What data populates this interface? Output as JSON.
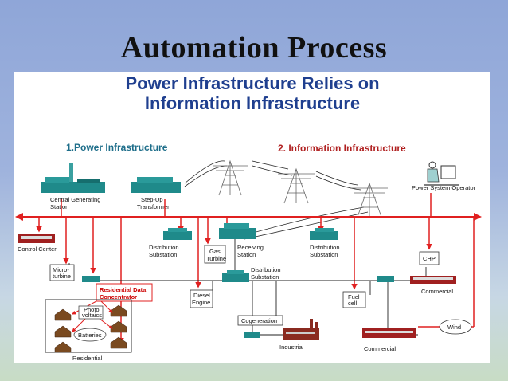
{
  "slide": {
    "title": "Automation Process"
  },
  "diagram": {
    "heading_line1": "Power Infrastructure Relies on",
    "heading_line2": "Information Infrastructure",
    "section_power": "1.Power Infrastructure",
    "section_info": "2. Information Infrastructure",
    "labels": {
      "central_generating_1": "Central Generating",
      "central_generating_2": "Station",
      "step_up_1": "Step-Up",
      "step_up_2": "Transformer",
      "power_system_operator": "Power System Operator",
      "control_center": "Control Center",
      "distribution_substation_left_1": "Distribution",
      "distribution_substation_left_2": "Substation",
      "gas_turbine_1": "Gas",
      "gas_turbine_2": "Turbine",
      "receiving_station_1": "Receiving",
      "receiving_station_2": "Station",
      "distribution_substation_right_1": "Distribution",
      "distribution_substation_right_2": "Substation",
      "microturbine_1": "Micro-",
      "microturbine_2": "turbine",
      "distribution_substation_center_1": "Distribution",
      "distribution_substation_center_2": "Substation",
      "chp": "CHP",
      "residential_concentrator_1": "Residential Data",
      "residential_concentrator_2": "Concentrator",
      "photovoltaics_1": "Photo",
      "photovoltaics_2": "voltaics",
      "batteries": "Batteries",
      "residential": "Residential",
      "diesel_engine_1": "Diesel",
      "diesel_engine_2": "Engine",
      "cogeneration": "Cogeneration",
      "industrial": "Industrial",
      "fuel_cell_1": "Fuel",
      "fuel_cell_2": "cell",
      "commercial_right": "Commercial",
      "commercial_bottom": "Commercial",
      "wind": "Wind"
    },
    "colors": {
      "network_red": "#e02020",
      "heading_blue": "#1f3f8f",
      "section_teal": "#1e6e8a",
      "section_red": "#b02020",
      "equipment_teal": "#1f8a8a"
    }
  }
}
